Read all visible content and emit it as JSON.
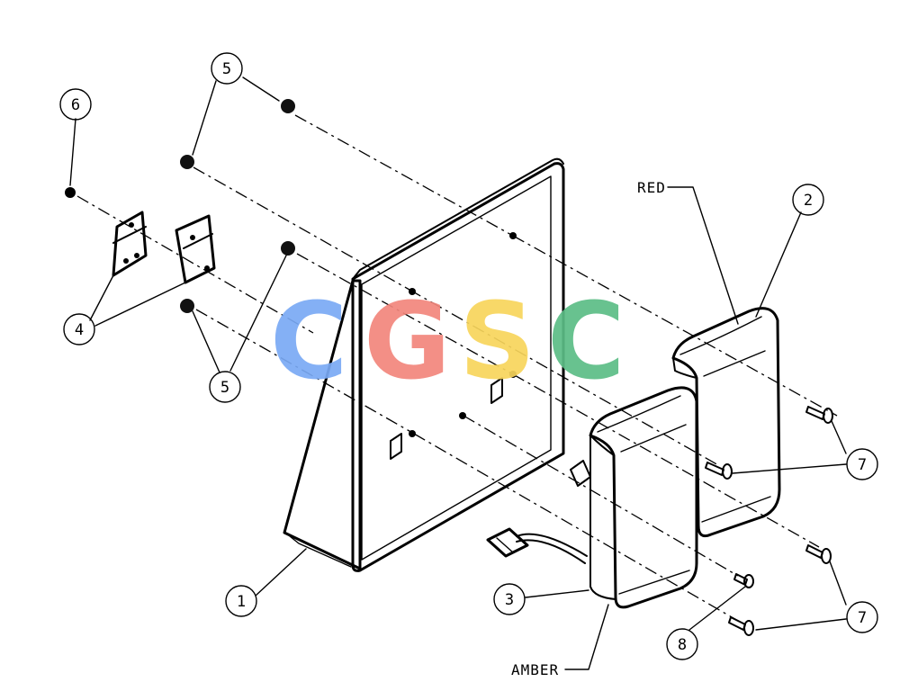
{
  "callouts": {
    "c1": "1",
    "c2": "2",
    "c3": "3",
    "c4": "4",
    "c5_top": "5",
    "c5_bottom": "5",
    "c6": "6",
    "c7_upper": "7",
    "c7_lower": "7",
    "c8": "8"
  },
  "labels": {
    "red": "RED",
    "amber": "AMBER"
  },
  "watermark": {
    "letters": [
      "C",
      "G",
      "S",
      "C"
    ],
    "colors": [
      "#7aaaf5",
      "#f2867c",
      "#f8d55c",
      "#5cbd86"
    ]
  }
}
